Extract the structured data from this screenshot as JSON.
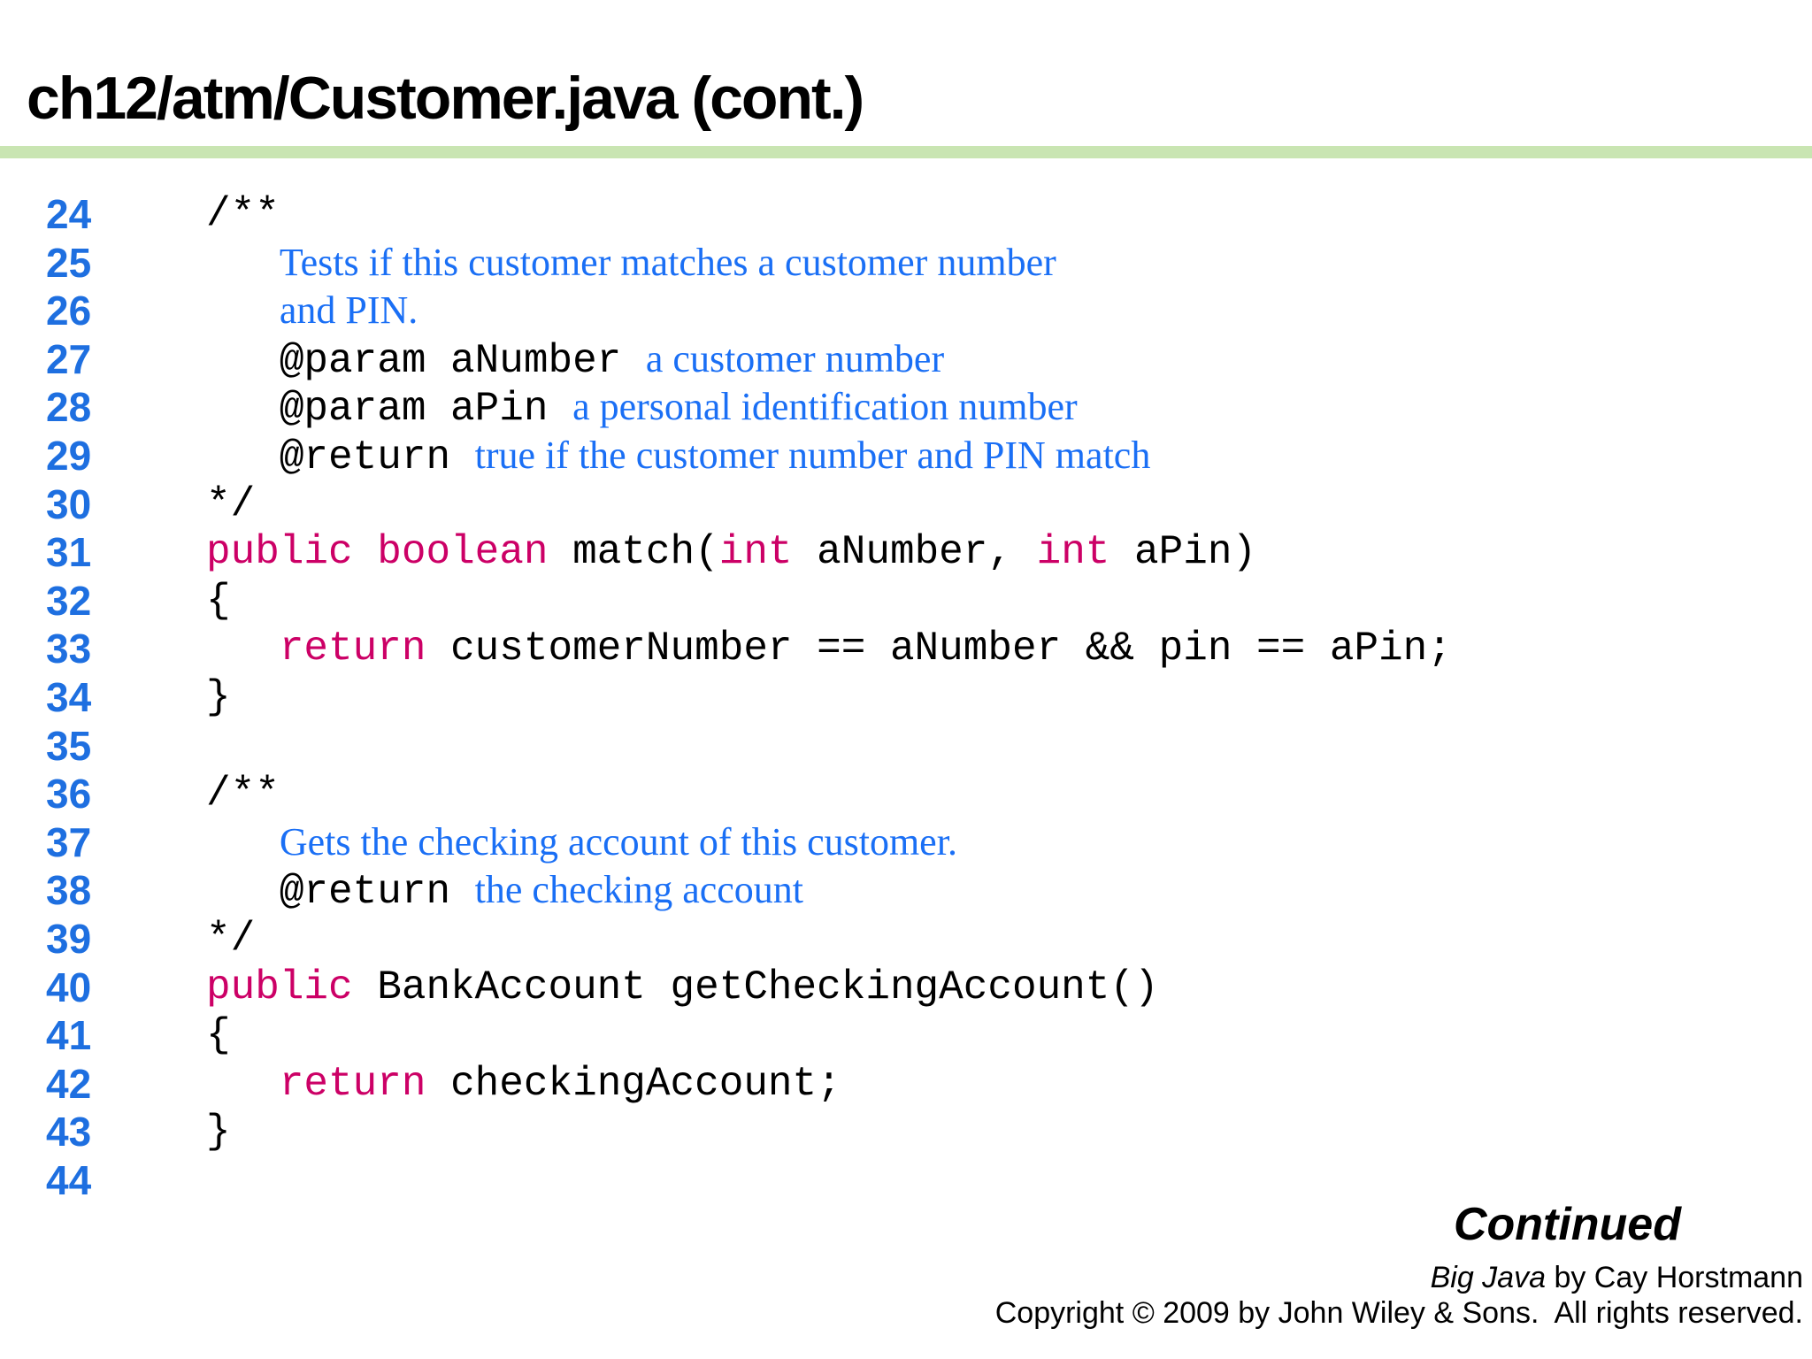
{
  "slide": {
    "title": "ch12/atm/Customer.java (cont.)",
    "continued_label": "Continued",
    "footer": {
      "book_title_italic": "Big Java",
      "book_credit_rest": " by Cay Horstmann",
      "copyright": "Copyright © 2009 by John Wiley & Sons.  All rights reserved."
    },
    "colors": {
      "accent_bar": "#c9e5b2",
      "line_number": "#1e6fe0",
      "doc_comment": "#1a6ff5",
      "keyword": "#cc0066",
      "code": "#000000",
      "background": "#ffffff"
    }
  },
  "code": {
    "lines": [
      {
        "n": "24",
        "segs": [
          {
            "t": "/**",
            "s": "code"
          }
        ]
      },
      {
        "n": "25",
        "segs": [
          {
            "t": "   ",
            "s": "code"
          },
          {
            "t": "Tests if this customer matches a customer number",
            "s": "doc"
          }
        ]
      },
      {
        "n": "26",
        "segs": [
          {
            "t": "   ",
            "s": "code"
          },
          {
            "t": "and PIN.",
            "s": "doc"
          }
        ]
      },
      {
        "n": "27",
        "segs": [
          {
            "t": "   @param aNumber ",
            "s": "code"
          },
          {
            "t": "a customer number",
            "s": "doc"
          }
        ]
      },
      {
        "n": "28",
        "segs": [
          {
            "t": "   @param aPin ",
            "s": "code"
          },
          {
            "t": "a personal identification number",
            "s": "doc"
          }
        ]
      },
      {
        "n": "29",
        "segs": [
          {
            "t": "   @return ",
            "s": "code"
          },
          {
            "t": "true if the customer number and PIN match",
            "s": "doc"
          }
        ]
      },
      {
        "n": "30",
        "segs": [
          {
            "t": "*/",
            "s": "code"
          }
        ]
      },
      {
        "n": "31",
        "segs": [
          {
            "t": "public",
            "s": "kw"
          },
          {
            "t": " ",
            "s": "code"
          },
          {
            "t": "boolean",
            "s": "kw"
          },
          {
            "t": " match(",
            "s": "code"
          },
          {
            "t": "int",
            "s": "kw"
          },
          {
            "t": " aNumber, ",
            "s": "code"
          },
          {
            "t": "int",
            "s": "kw"
          },
          {
            "t": " aPin)",
            "s": "code"
          }
        ]
      },
      {
        "n": "32",
        "segs": [
          {
            "t": "{",
            "s": "code"
          }
        ]
      },
      {
        "n": "33",
        "segs": [
          {
            "t": "   ",
            "s": "code"
          },
          {
            "t": "return",
            "s": "kw"
          },
          {
            "t": " customerNumber == aNumber && pin == aPin;",
            "s": "code"
          }
        ]
      },
      {
        "n": "34",
        "segs": [
          {
            "t": "}",
            "s": "code"
          }
        ]
      },
      {
        "n": "35",
        "segs": []
      },
      {
        "n": "36",
        "segs": [
          {
            "t": "/**",
            "s": "code"
          }
        ]
      },
      {
        "n": "37",
        "segs": [
          {
            "t": "   ",
            "s": "code"
          },
          {
            "t": "Gets the checking account of this customer.",
            "s": "doc"
          }
        ]
      },
      {
        "n": "38",
        "segs": [
          {
            "t": "   @return ",
            "s": "code"
          },
          {
            "t": "the checking account",
            "s": "doc"
          }
        ]
      },
      {
        "n": "39",
        "segs": [
          {
            "t": "*/",
            "s": "code"
          }
        ]
      },
      {
        "n": "40",
        "segs": [
          {
            "t": "public",
            "s": "kw"
          },
          {
            "t": " BankAccount getCheckingAccount()",
            "s": "code"
          }
        ]
      },
      {
        "n": "41",
        "segs": [
          {
            "t": "{",
            "s": "code"
          }
        ]
      },
      {
        "n": "42",
        "segs": [
          {
            "t": "   ",
            "s": "code"
          },
          {
            "t": "return",
            "s": "kw"
          },
          {
            "t": " checkingAccount;",
            "s": "code"
          }
        ]
      },
      {
        "n": "43",
        "segs": [
          {
            "t": "}",
            "s": "code"
          }
        ]
      },
      {
        "n": "44",
        "segs": []
      }
    ]
  }
}
